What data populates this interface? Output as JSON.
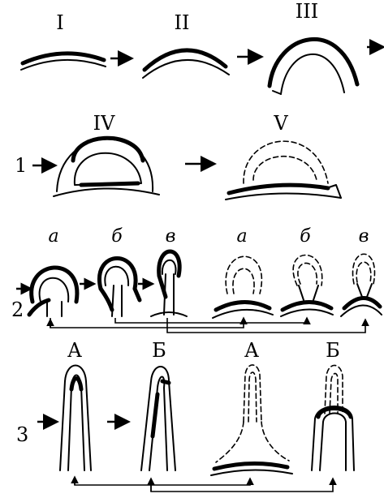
{
  "row1": {
    "stage_labels": [
      "I",
      "II",
      "III",
      "IV",
      "V"
    ],
    "row_number": "1"
  },
  "row2": {
    "row_number": "2",
    "labels": [
      "а",
      "б",
      "в",
      "а",
      "б",
      "в"
    ]
  },
  "row3": {
    "row_number": "3",
    "labels": [
      "А",
      "Б",
      "А",
      "Б"
    ]
  }
}
